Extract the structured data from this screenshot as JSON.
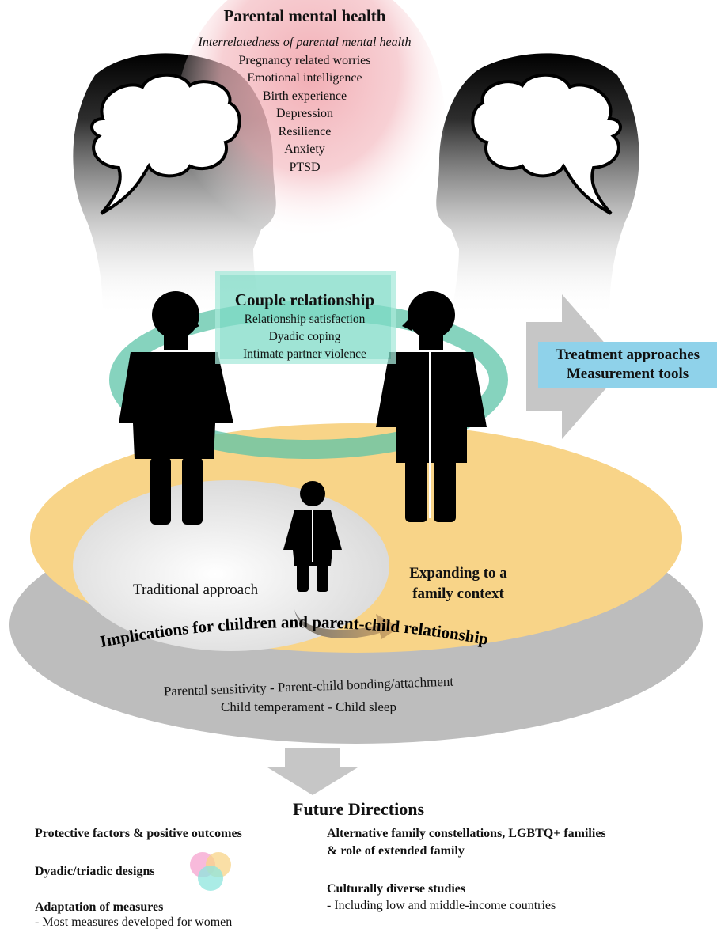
{
  "parental_mental_health": {
    "title": "Parental mental health",
    "items": [
      "Interrelatedness of parental mental health",
      "Pregnancy related worries",
      "Emotional intelligence",
      "Birth experience",
      "Depression",
      "Resilience",
      "Anxiety",
      "PTSD"
    ]
  },
  "couple_relationship": {
    "title": "Couple relationship",
    "items": [
      "Relationship satisfaction",
      "Dyadic coping",
      "Intimate partner violence"
    ]
  },
  "treatment": {
    "line1": "Treatment approaches",
    "line2": "Measurement tools"
  },
  "traditional_approach": "Traditional approach",
  "expanding": {
    "line1": "Expanding to a",
    "line2": "family context"
  },
  "implications": {
    "title": "Implications for children and parent-child relationship",
    "row1": "Parental sensitivity   -   Parent-child bonding/attachment",
    "row2": "Child temperament   -   Child sleep"
  },
  "future_directions": {
    "title": "Future Directions",
    "left": {
      "protective": "Protective factors & positive outcomes",
      "designs": "Dyadic/triadic designs",
      "adaptation": "Adaptation of measures",
      "adaptation_note": "- Most measures developed for women"
    },
    "right": {
      "alt_line1": "Alternative family constellations, LGBTQ+ families",
      "alt_line2": "& role of extended family",
      "cultural": "Culturally diverse studies",
      "cultural_note": "- Including low and middle-income countries"
    }
  },
  "colors": {
    "head_dark": "#000000",
    "mental_health_glow": "#f1a9b0",
    "couple_teal": "#5ec4a8",
    "family_ring": "#f8d488",
    "implications_ring": "#b8b8b8",
    "arrow_grey": "#c6c6c6",
    "treatment_box": "#8fd2ea",
    "venn": [
      "#f6a3cf",
      "#f8d488",
      "#8ee6dd"
    ]
  }
}
